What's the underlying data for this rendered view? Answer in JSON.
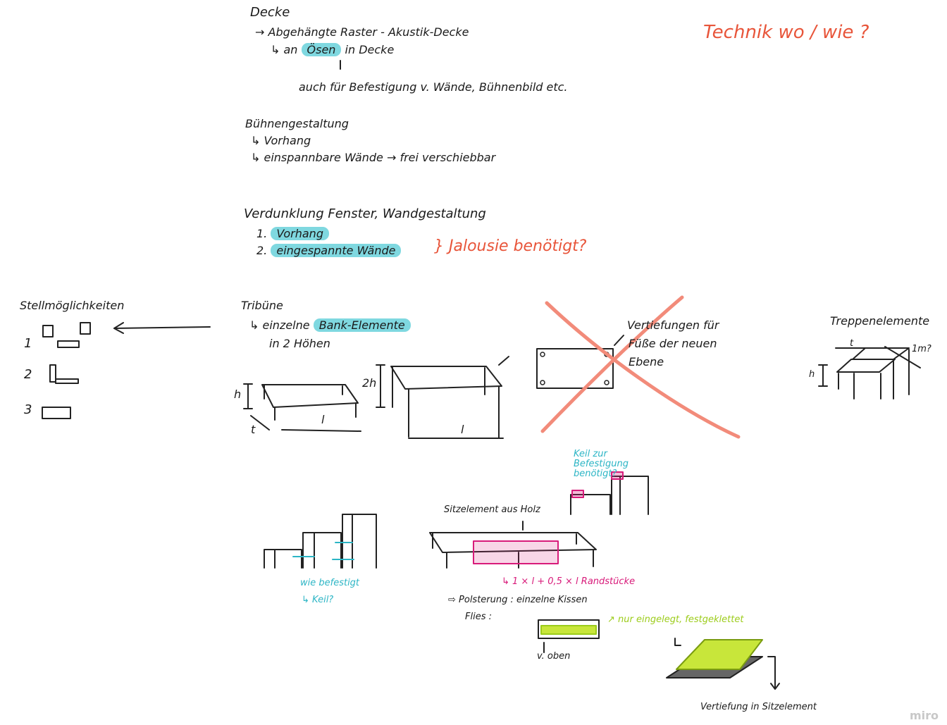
{
  "board": {
    "decke": {
      "title": "Decke",
      "line1": "→ Abgehängte Raster - Akustik-Decke",
      "line2a": "↳ an",
      "line2b": "Ösen",
      "line2c": "in  Decke",
      "line3": "auch für Befestigung v. Wände, Bühnenbild etc."
    },
    "technik": "Technik wo / wie ?",
    "buehne": {
      "title": "Bühnengestaltung",
      "item1": "↳ Vorhang",
      "item2": "↳ einspannbare Wände → frei verschiebbar"
    },
    "verdunklung": {
      "title": "Verdunklung Fenster, Wandgestaltung",
      "item1_num": "1.",
      "item1": "Vorhang",
      "item2_num": "2.",
      "item2": "eingespannte Wände",
      "note": "} Jalousie benötigt?"
    },
    "stell": {
      "title": "Stellmöglichkeiten",
      "n1": "1",
      "n2": "2",
      "n3": "3"
    },
    "tribuene": {
      "title": "Tribüne",
      "line1": "↳ einzelne",
      "line1_hl": "Bank-Elemente",
      "line2": "in 2 Höhen",
      "h": "h",
      "t": "t",
      "l1": "l",
      "two_h": "2h",
      "l2": "l"
    },
    "vertiefung": {
      "text1": "Vertiefungen für",
      "text2": "Füße der neuen",
      "text3": "Ebene"
    },
    "treppe": {
      "title": "Treppenelemente",
      "t": "t",
      "m": "1m?",
      "h": "h"
    },
    "keil": {
      "note": "Keil zur Befestigung benötigt?"
    },
    "sitz": {
      "title": "Sitzelement aus Holz",
      "pieces": "↳ 1 × l  +  0,5 × l  Randstücke",
      "polster1": "⇨ Polsterung : einzelne Kissen",
      "polster2": "Flies :",
      "eingelegt": "↗ nur eingelegt, festgeklettet",
      "voben": "v. oben",
      "vertiefung": "Vertiefung in Sitzelement"
    },
    "befestigt": {
      "line1": "wie befestigt",
      "line2": "↳ Keil?"
    },
    "watermark": "miro"
  },
  "colors": {
    "orange": "#e8553a",
    "teal": "#2cb5c5",
    "magenta": "#d81b7a",
    "lime": "#c8e63a"
  }
}
